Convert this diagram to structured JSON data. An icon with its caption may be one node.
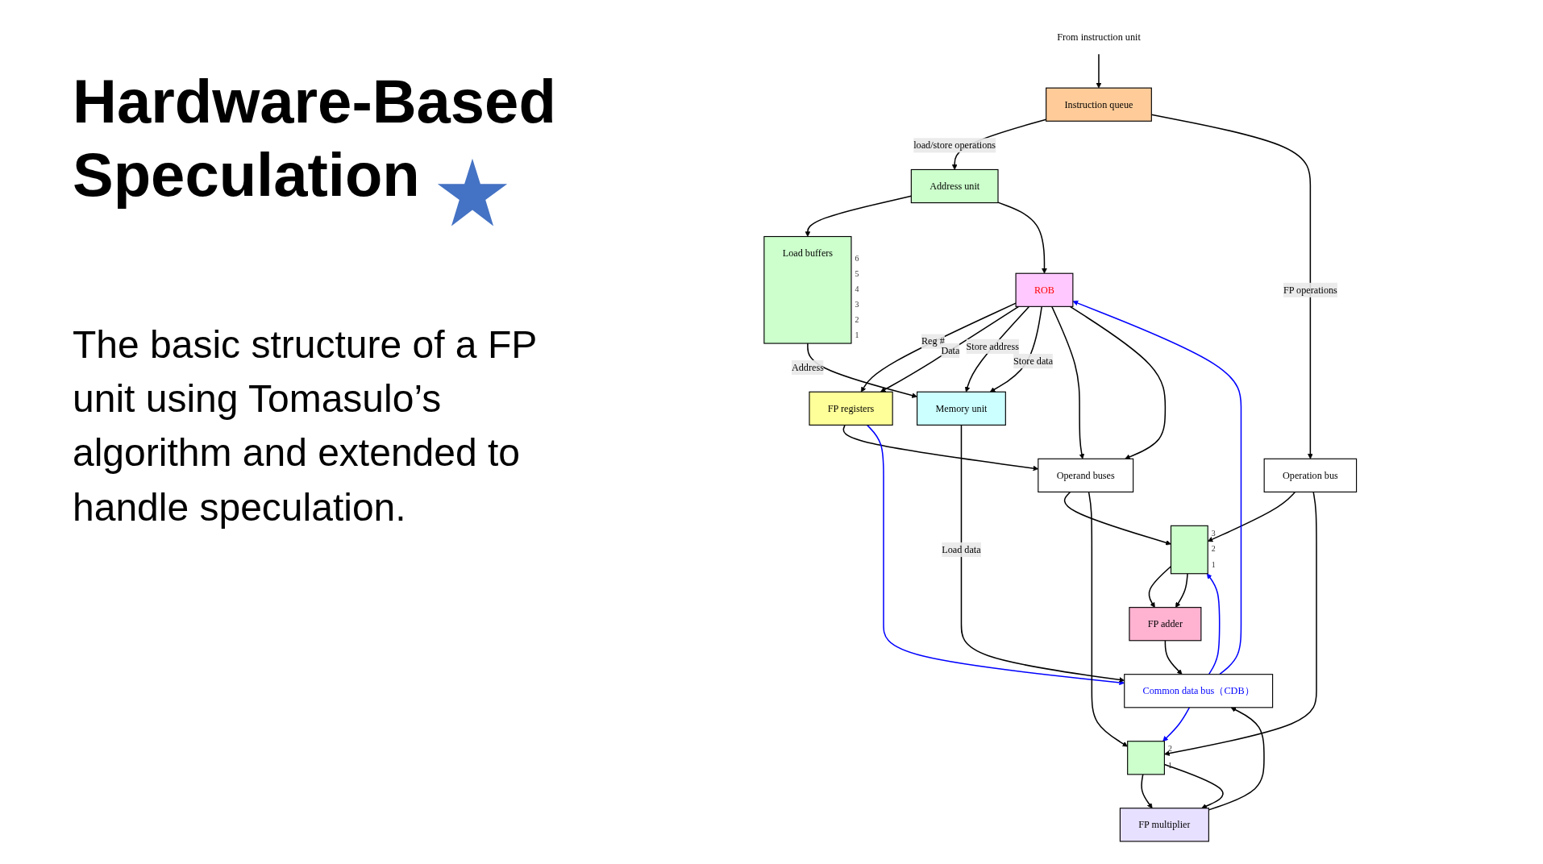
{
  "diagram": {
    "title": "Hardware-Based Speculation",
    "nodes": [
      {
        "text": [
          "ROB"
        ]
      },
      {
        "text": [
          "From instruction unit"
        ]
      },
      {
        "text": [
          "Instruction queue"
        ]
      },
      {
        "text": [
          "FP registers"
        ]
      },
      {
        "text": [
          "Address unit"
        ]
      },
      {
        "text": [
          "Load buffers"
        ],
        "beside": [
          "6",
          "5",
          "4",
          "3",
          "2",
          "1"
        ]
      },
      {
        "text": [],
        "shape": "box",
        "beside": [
          "3",
          "2",
          "1"
        ]
      },
      {
        "text": [],
        "shape": "box",
        "beside": [
          "2",
          "1"
        ]
      },
      {
        "text": [
          "Memory unit"
        ]
      },
      {
        "text": [
          "FP adder"
        ]
      },
      {
        "text": [
          "FP multiplier"
        ]
      },
      {
        "text": [
          "Operand buses"
        ]
      },
      {
        "text": [
          "Operation bus"
        ]
      },
      {
        "text": [
          "Common data bus（CDB）"
        ]
      }
    ],
    "edges": [
      {
        "from": 1,
        "to": 2,
        "arrow": "to"
      },
      {
        "from": 0,
        "to": 3,
        "label": "Reg #",
        "arrow": "to"
      },
      {
        "from": 0,
        "to": 3,
        "label": "Data",
        "arrow": "to"
      },
      {
        "from": 2,
        "to": 4,
        "label": "load/store operations",
        "arrow": "to"
      },
      {
        "from": 2,
        "to": 12,
        "label": "FP operations",
        "arrow": "to"
      },
      {
        "from": 4,
        "to": 5,
        "arrow": "to"
      },
      {
        "from": 4,
        "to": 0,
        "arrow": "to"
      },
      {
        "from": 5,
        "to": 8,
        "label": "Address",
        "arrow": "to"
      },
      {
        "from": 0,
        "to": 8,
        "label": "Store address",
        "arrow": "to"
      },
      {
        "from": 0,
        "to": 8,
        "label": "Store data",
        "arrow": "to"
      },
      {
        "from": 0,
        "to": 11,
        "arrow": "to"
      },
      {
        "from": 0,
        "to": 11,
        "arrow": "to"
      },
      {
        "from": 3,
        "to": 11,
        "arrow": "to"
      },
      {
        "from": 3,
        "to": 13,
        "arrow": "to",
        "color": "#0000ff"
      },
      {
        "from": 11,
        "to": 6,
        "arrow": "to"
      },
      {
        "from": 11,
        "to": 7,
        "arrow": "to"
      },
      {
        "from": 12,
        "to": 6,
        "arrow": "to"
      },
      {
        "from": 12,
        "to": 7,
        "arrow": "to"
      },
      {
        "from": 13,
        "to": 6,
        "arrow": "to",
        "color": "#0000ff"
      },
      {
        "from": 13,
        "to": 7,
        "arrow": "to",
        "color": "#0000ff"
      },
      {
        "from": 6,
        "to": 9,
        "arrow": "to"
      },
      {
        "from": 6,
        "to": 9,
        "arrow": "to"
      },
      {
        "from": 7,
        "to": 10,
        "arrow": "to"
      },
      {
        "from": 7,
        "to": 10,
        "arrow": "to"
      },
      {
        "from": 8,
        "to": 13,
        "label": "Load data",
        "arrow": "to"
      },
      {
        "from": 9,
        "to": 13,
        "arrow": "to"
      },
      {
        "from": 10,
        "to": 13,
        "arrow": "to"
      },
      {
        "from": 13,
        "to": 0,
        "arrow": "to",
        "color": "#0000ff"
      }
    ],
    "labels": [
      "The basic structure of a FP unit using Tomasulo’s algorithm and extended to handle speculation."
    ]
  }
}
